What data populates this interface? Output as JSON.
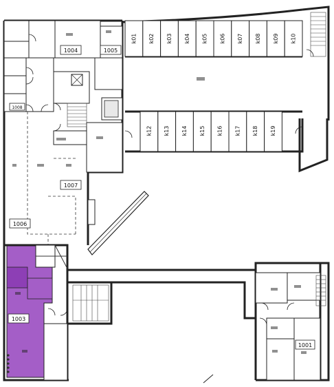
{
  "colors": {
    "highlight": "#a45ec7",
    "highlight_dark": "#8d3fb5",
    "wall": "#222222",
    "background": "#ffffff"
  },
  "room_labels": {
    "r1001": "1001",
    "r1003": "1003",
    "r1004": "1004",
    "r1005": "1005",
    "r1006": "1006",
    "r1007": "1007",
    "r1008": "1008"
  },
  "storage_units_top": [
    "k01",
    "k02",
    "k03",
    "k04",
    "k05",
    "k06",
    "k07",
    "k08",
    "k09",
    "k10"
  ],
  "storage_units_bottom": [
    "k12",
    "k13",
    "k14",
    "k15",
    "k16",
    "k17",
    "k18",
    "k19"
  ],
  "highlighted_area": "1003"
}
